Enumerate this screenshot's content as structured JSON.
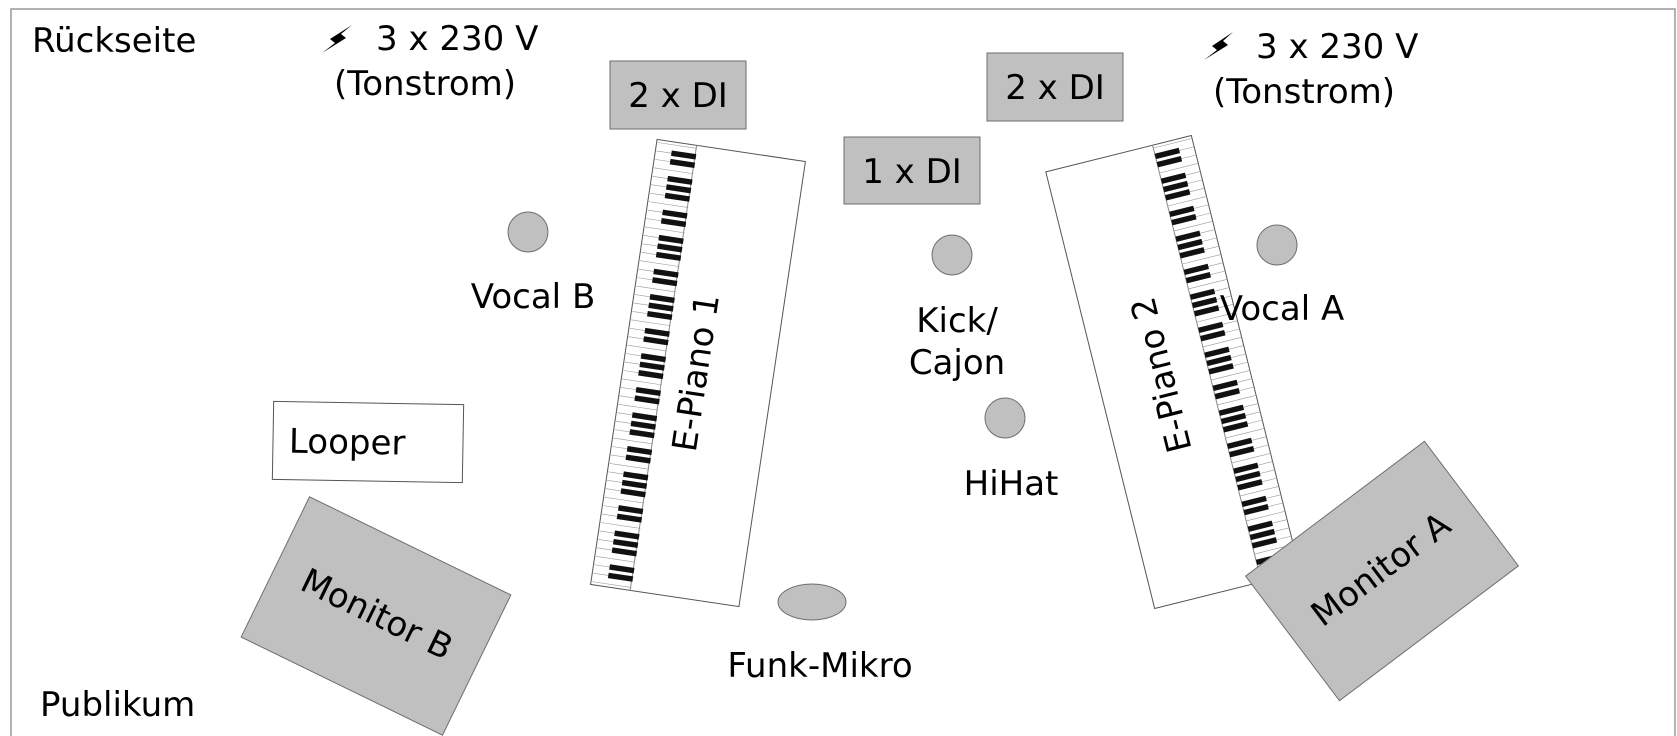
{
  "page": {
    "back_label": "Rückseite",
    "front_label": "Publikum"
  },
  "power": [
    {
      "voltage": "3 x 230 V",
      "note": "(Tonstrom)",
      "icon": "lightning-icon"
    },
    {
      "voltage": "3 x 230 V",
      "note": "(Tonstrom)",
      "icon": "lightning-icon"
    }
  ],
  "di_boxes": [
    "2 x DI",
    "1 x DI",
    "2 x DI"
  ],
  "keyboards": [
    "E-Piano 1",
    "E-Piano 2"
  ],
  "mics": {
    "vocal_b": "Vocal B",
    "vocal_a": "Vocal A",
    "kick": "Kick/",
    "cajon": "Cajon",
    "hihat": "HiHat",
    "funk": "Funk-Mikro"
  },
  "looper": "Looper",
  "monitors": [
    "Monitor B",
    "Monitor A"
  ],
  "colors": {
    "equipment_fill": "#c0c0c0",
    "outline": "#555555",
    "keys": "#111111"
  }
}
